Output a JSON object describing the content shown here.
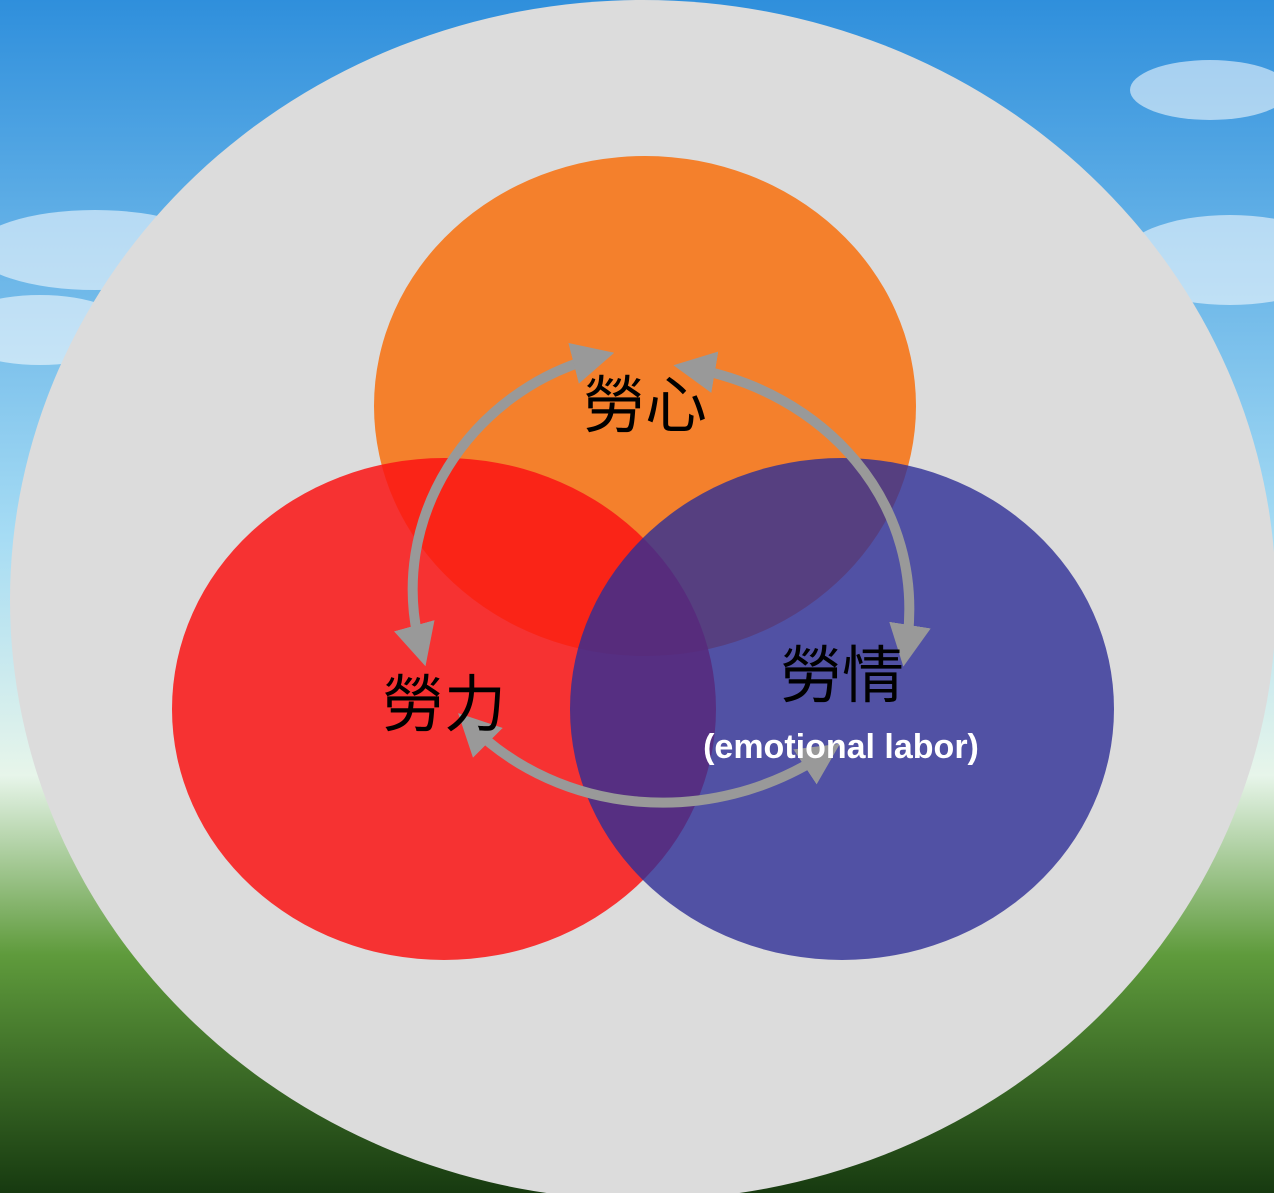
{
  "colors": {
    "sky_top": "#2f8fdc",
    "sky_mid": "#a6dcf4",
    "horizon": "#e7f5ea",
    "forest_top": "#5f9b3c",
    "forest_bottom": "#173a10",
    "backdrop": "#dcdcdc",
    "circle_mind": "#f47a22",
    "circle_physical": "#fa1414",
    "circle_emotional": "#2e2e96",
    "arrow": "#999999",
    "label": "#000000",
    "sublabel": "#ffffff"
  },
  "diagram": {
    "circles": [
      {
        "id": "mind",
        "label": "勞心"
      },
      {
        "id": "physical",
        "label": "勞力"
      },
      {
        "id": "emotional",
        "label": "勞情",
        "sublabel": "(emotional labor)"
      }
    ],
    "arrows": [
      {
        "from": "physical",
        "to": "mind",
        "direction": "bidirectional"
      },
      {
        "from": "mind",
        "to": "emotional",
        "direction": "bidirectional"
      },
      {
        "from": "physical",
        "to": "emotional",
        "direction": "bidirectional"
      }
    ]
  }
}
